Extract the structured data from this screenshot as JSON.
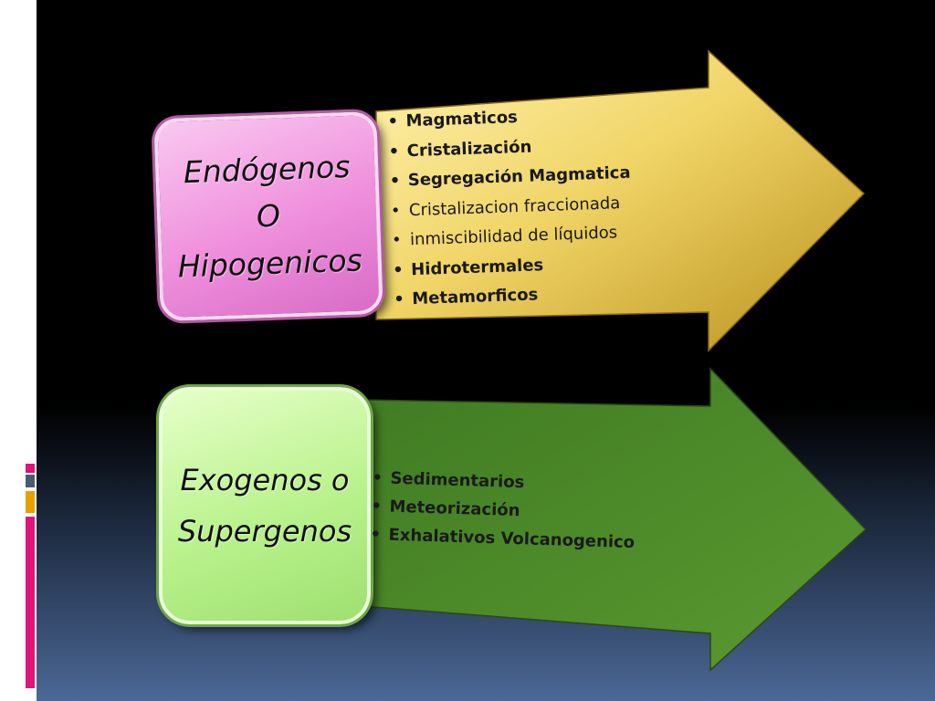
{
  "diagram": {
    "top": {
      "box_lines": [
        "Endógenos",
        "O",
        "Hipogenicos"
      ],
      "items": [
        {
          "text": "Magmaticos",
          "bold": true
        },
        {
          "text": "Cristalización",
          "bold": true
        },
        {
          "text": "Segregación Magmatica",
          "bold": true
        },
        {
          "text": "Cristalizacion fraccionada",
          "bold": false
        },
        {
          "text": "inmiscibilidad de líquidos",
          "bold": false
        },
        {
          "text": "Hidrotermales",
          "bold": true
        },
        {
          "text": "Metamorficos",
          "bold": true
        }
      ]
    },
    "bottom": {
      "box_lines": [
        "Exogenos o",
        "Supergenos"
      ],
      "items": [
        {
          "text": "Sedimentarios",
          "bold": true
        },
        {
          "text": "Meteorización",
          "bold": true
        },
        {
          "text": "Exhalativos Volcanogenico",
          "bold": true
        }
      ]
    }
  },
  "colors": {
    "pink_box": "#ef8fdc",
    "green_box": "#b9f28c",
    "gold_arrow": "#e0c04a",
    "green_arrow": "#4f8a2a",
    "accent_pink": "#e0147a",
    "accent_gold": "#e8a000",
    "accent_slate": "#4a5a70"
  }
}
